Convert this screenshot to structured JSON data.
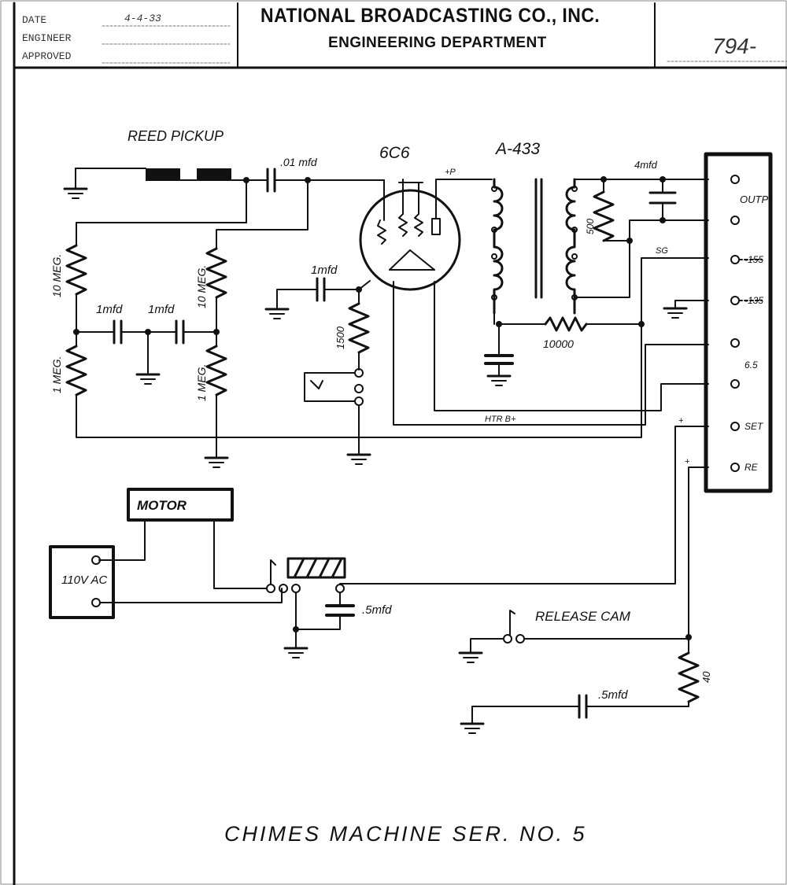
{
  "header": {
    "date_label": "DATE",
    "date_value": "4-4-33",
    "engineer_label": "ENGINEER",
    "approved_label": "APPROVED",
    "organization": "NATIONAL BROADCASTING CO., INC.",
    "department": "ENGINEERING DEPARTMENT",
    "drawing_number": "794-"
  },
  "labels": {
    "reed_pickup": "REED PICKUP",
    "cap_coupling": ".01 mfd",
    "tube": "6C6",
    "transformer": "A-433",
    "cap_output": "4mfd",
    "output": "OUTP",
    "plate_tag": "+P",
    "screen_tag": "SG",
    "cap_grid": "1mfd",
    "res_left_top": "10 MEG.",
    "res_mid_top": "10 MEG.",
    "res_left_bot": "1 MEG.",
    "res_mid_bot": "1 MEG.",
    "cap_mid1": "1mfd",
    "cap_mid2": "1mfd",
    "res_cathode": "1500",
    "res_secondary": "500",
    "res_plate": "10000",
    "htr_bus": "HTR B+",
    "term_3": "-155",
    "term_4": "-135",
    "term_5": "6.5",
    "term_7": "SET",
    "term_8": "RE",
    "motor": "MOTOR",
    "power": "110V AC",
    "cap_relay": ".5mfd",
    "release_cam": "RELEASE CAM",
    "res_release": "40",
    "cap_release": ".5mfd",
    "wire_tag_1": "+",
    "wire_tag_2": "+",
    "title": "CHIMES MACHINE SER. NO. 5"
  }
}
